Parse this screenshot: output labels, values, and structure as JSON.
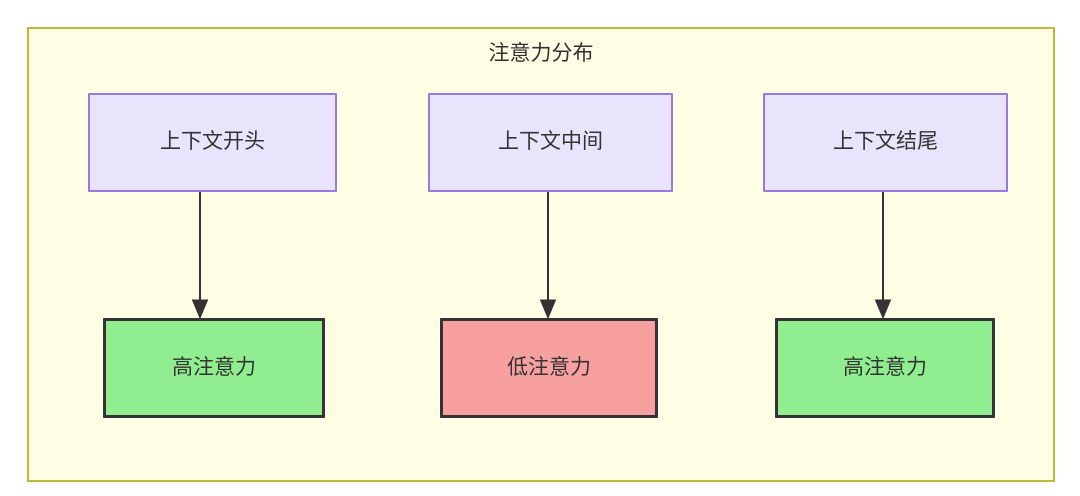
{
  "diagram": {
    "title": "注意力分布",
    "frame_fill": "#fffde4",
    "frame_border": "#bfb93a",
    "nodes": [
      {
        "id": "ctx-start",
        "label": "上下文开头",
        "kind": "source",
        "fill": "#e8e4fb",
        "border": "#9b79e0"
      },
      {
        "id": "ctx-middle",
        "label": "上下文中间",
        "kind": "source",
        "fill": "#e8e4fb",
        "border": "#9b79e0"
      },
      {
        "id": "ctx-end",
        "label": "上下文结尾",
        "kind": "source",
        "fill": "#e8e4fb",
        "border": "#9b79e0"
      },
      {
        "id": "high-attn-1",
        "label": "高注意力",
        "kind": "high",
        "fill": "#90ee90",
        "border": "#333333"
      },
      {
        "id": "low-attn",
        "label": "低注意力",
        "kind": "low",
        "fill": "#f8a0a0",
        "border": "#333333"
      },
      {
        "id": "high-attn-2",
        "label": "高注意力",
        "kind": "high",
        "fill": "#90ee90",
        "border": "#333333"
      }
    ],
    "edges": [
      {
        "from": "ctx-start",
        "to": "high-attn-1",
        "label": ""
      },
      {
        "from": "ctx-middle",
        "to": "low-attn",
        "label": ""
      },
      {
        "from": "ctx-end",
        "to": "high-attn-2",
        "label": ""
      }
    ]
  }
}
